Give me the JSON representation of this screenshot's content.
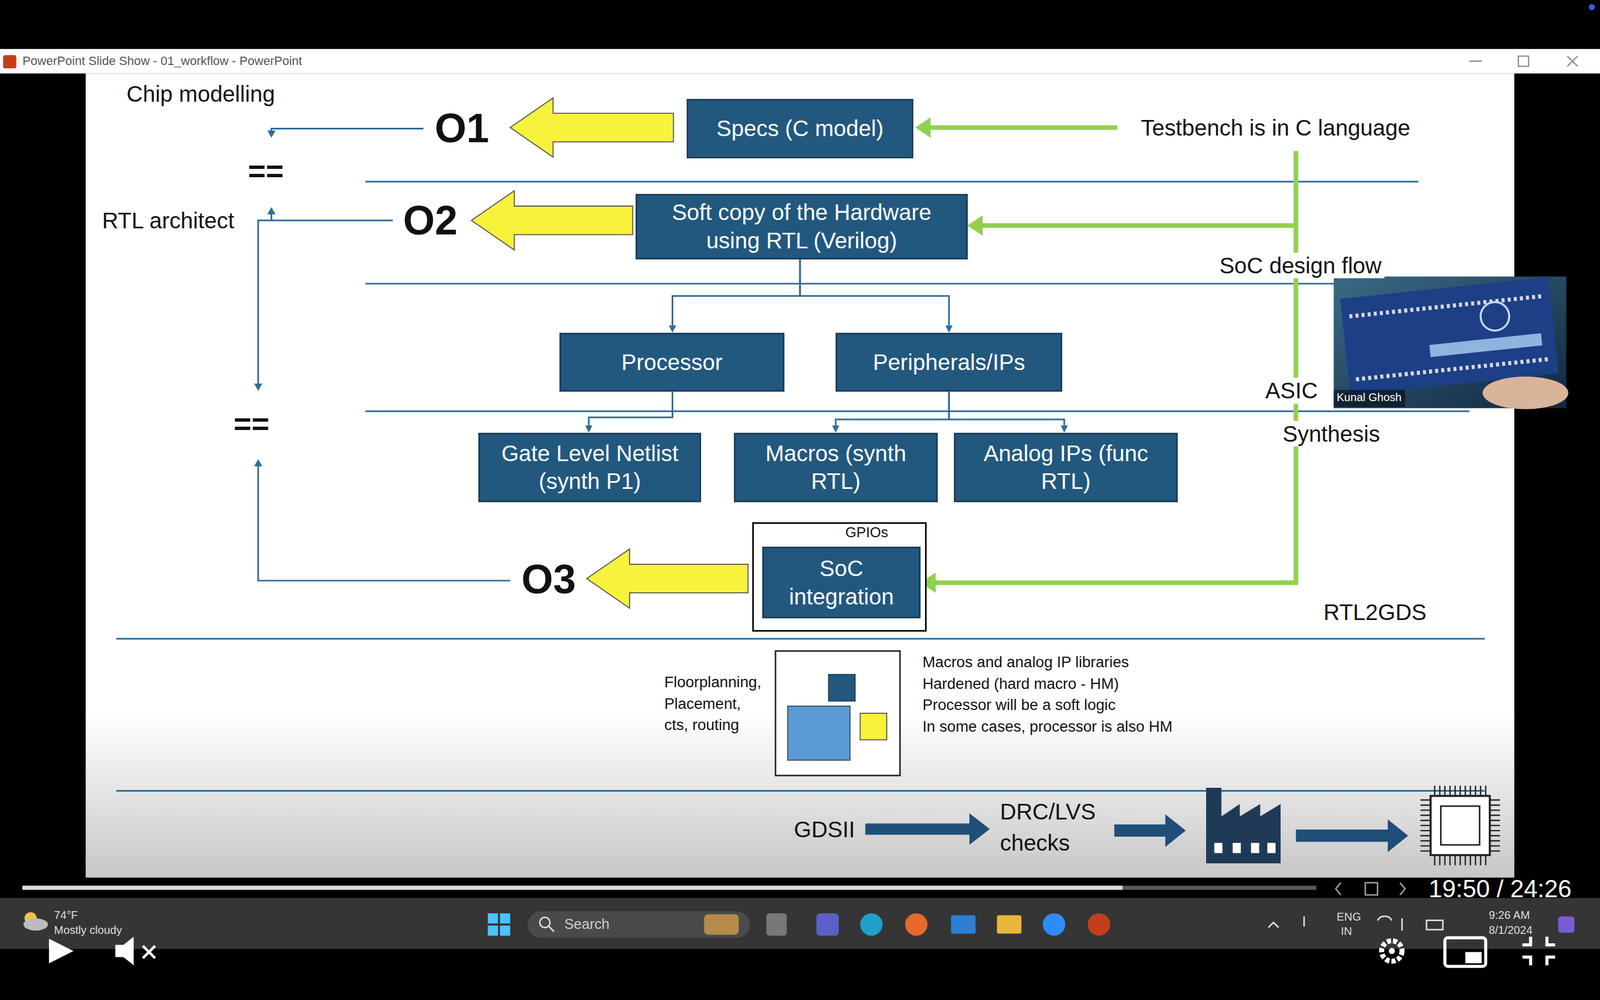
{
  "diagram": {
    "nodes": [
      {
        "text": [
          "Specs (C model)"
        ]
      },
      {
        "text": [
          "Soft copy of the Hardware using RTL (Verilog)"
        ]
      },
      {
        "text": [
          "Processor"
        ]
      },
      {
        "text": [
          "Peripherals/IPs"
        ]
      },
      {
        "text": [
          "Gate Level Netlist (synth P1)"
        ]
      },
      {
        "text": [
          "Macros (synth RTL)"
        ]
      },
      {
        "text": [
          "Analog IPs (func RTL)"
        ]
      },
      {
        "text": [
          "GPIOs"
        ]
      },
      {
        "text": [
          "SoC integration"
        ],
        "in": 7
      }
    ],
    "edges": [
      {
        "from": 1,
        "to": 2,
        "arrow": "to"
      },
      {
        "from": 1,
        "to": 3,
        "arrow": "to"
      },
      {
        "from": 2,
        "to": 4,
        "arrow": "to"
      },
      {
        "from": 3,
        "to": 5,
        "arrow": "to"
      },
      {
        "from": 3,
        "to": 6,
        "arrow": "to"
      }
    ],
    "labels": [
      "PowerPoint Slide Show - 01_workflow - PowerPoint",
      "Chip modelling",
      "O1",
      "Testbench is in C language",
      "==",
      "RTL architect",
      "O2",
      "SoC design flow",
      "ASIC",
      "==",
      "Synthesis",
      "O3",
      "RTL2GDS",
      "Floorplanning, Placement, cts, routing",
      "Macros and analog IP libraries",
      "Hardened (hard macro - HM)",
      "Processor will be a soft logic",
      "In some cases, processor is also HM",
      "GDSII",
      "DRC/LVS checks",
      "Kunal Ghosh",
      "19:50 / 24:26",
      "74°F",
      "Mostly cloudy",
      "Search",
      "ENG",
      "IN",
      "9:26 AM",
      "8/1/2024"
    ]
  }
}
